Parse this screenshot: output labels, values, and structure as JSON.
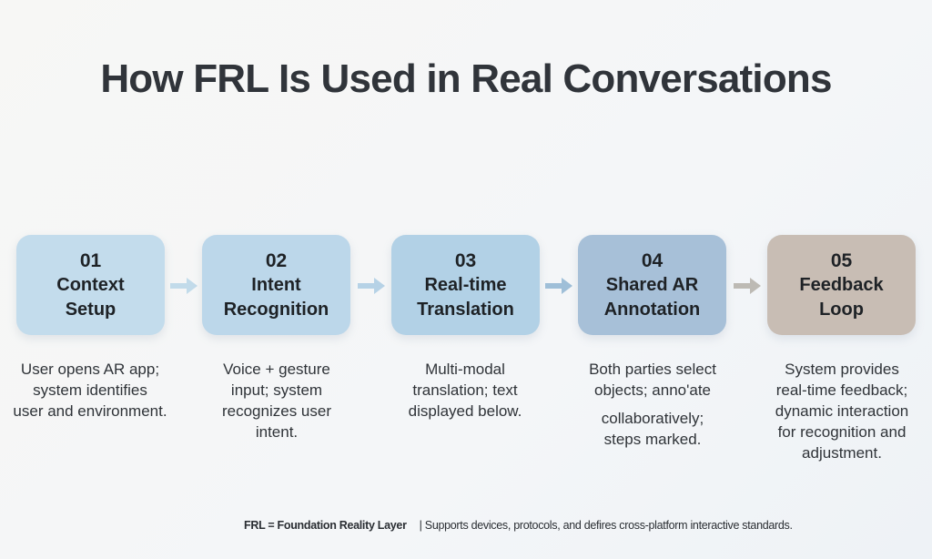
{
  "title": "How FRL Is Used in Real Conversations",
  "steps": [
    {
      "number": "01",
      "name_line1": "Context",
      "name_line2": "Setup",
      "color": "#c3dcec",
      "description_lines": [
        "User opens AR app;",
        "system identifies",
        "user and environment."
      ]
    },
    {
      "number": "02",
      "name_line1": "Intent",
      "name_line2": "Recognition",
      "color": "#bcd7ea",
      "description_lines": [
        "Voice + gesture",
        "input; system",
        "recognizes user",
        "intent."
      ]
    },
    {
      "number": "03",
      "name_line1": "Real-time",
      "name_line2": "Translation",
      "color": "#b2d1e6",
      "description_lines": [
        "Multi-modal",
        "translation; text",
        "displayed below."
      ]
    },
    {
      "number": "04",
      "name_line1": "Shared AR",
      "name_line2": "Annotation",
      "color": "#a7c0d8",
      "description_lines": [
        "Both parties select",
        "objects; anno'ate",
        "collaboratively;",
        "steps marked."
      ]
    },
    {
      "number": "05",
      "name_line1": "Feedback",
      "name_line2": "Loop",
      "color": "#c8bdb4",
      "description_lines": [
        "System provides",
        "real-time feedback;",
        "dynamic interaction",
        "for recognition and",
        "adjustment."
      ]
    }
  ],
  "arrows": [
    {
      "color": "#c2dbea"
    },
    {
      "color": "#b6d2e6"
    },
    {
      "color": "#9fbfd8"
    },
    {
      "color": "#bdbab4"
    }
  ],
  "footer": {
    "definition": "FRL = Foundation Reality Layer",
    "note": "| Supports devices, protocols, and defires cross-platform interactive standards."
  }
}
